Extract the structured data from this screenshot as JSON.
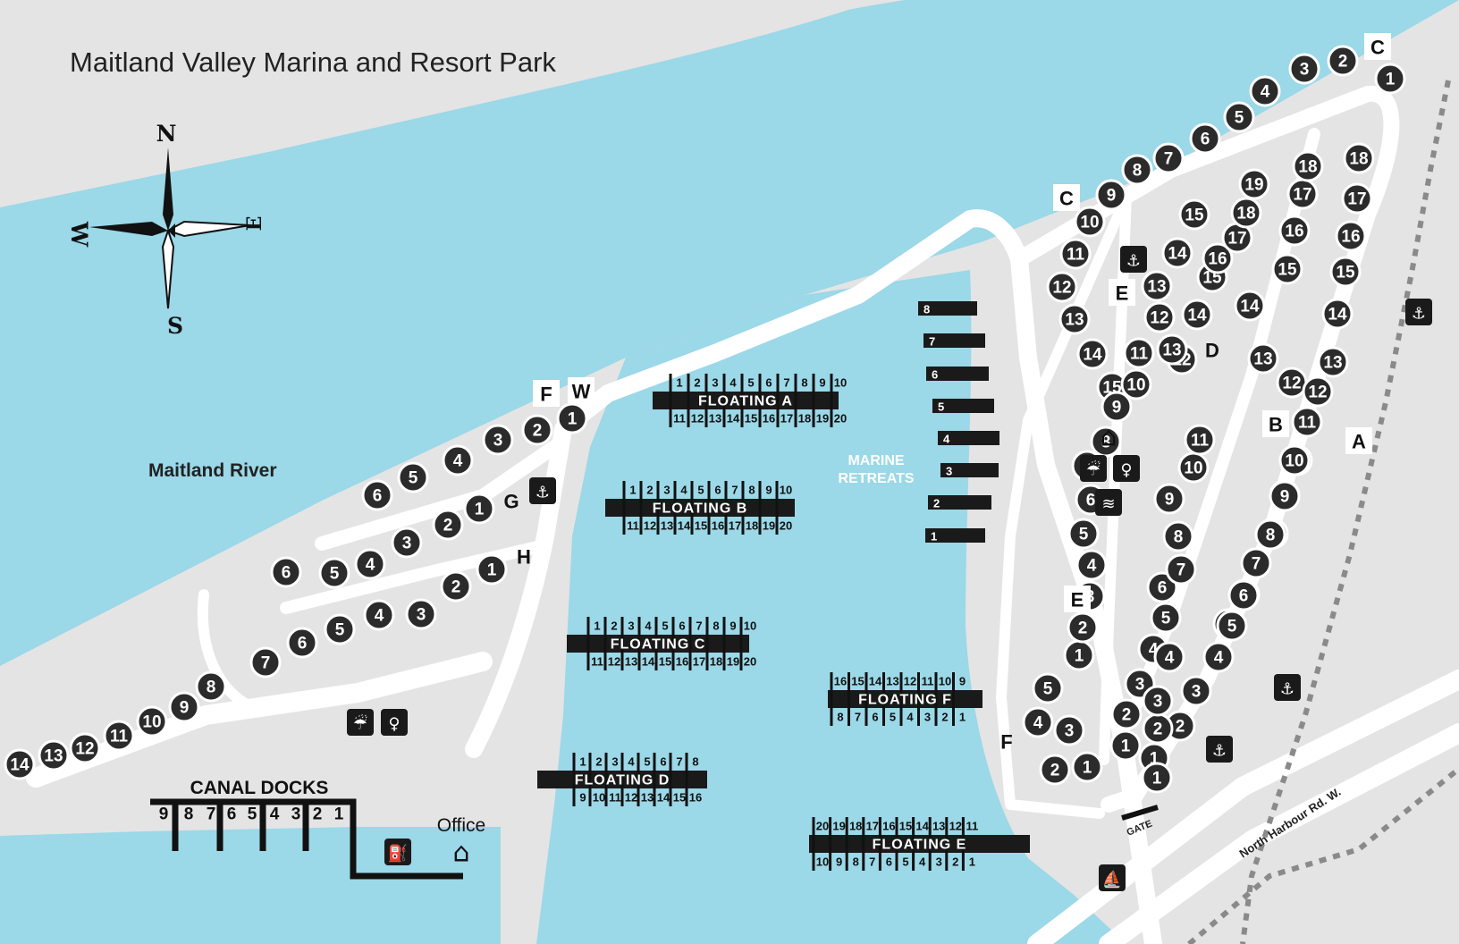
{
  "map": {
    "title": "Maitland Valley Marina and Resort Park",
    "river_label": "Maitland River",
    "marine_retreats_label": [
      "MARINE",
      "RETREATS"
    ],
    "road_label": "North Harbour Rd. W.",
    "gate_label": "GATE",
    "office_label": "Office",
    "canal_docks_label": "CANAL DOCKS",
    "compass": {
      "n": "N",
      "s": "S",
      "e": "E",
      "w": "W"
    },
    "colors": {
      "water": "#9bd8e8",
      "land": "#e4e4e4",
      "road": "#ffffff",
      "marker": "#2b2b2b",
      "dock": "#1a1a1a"
    }
  },
  "section_labels": [
    {
      "id": "c-top",
      "text": "C"
    },
    {
      "id": "c-left",
      "text": "C"
    },
    {
      "id": "e-upper",
      "text": "E"
    },
    {
      "id": "e-lower",
      "text": "E"
    },
    {
      "id": "d",
      "text": "D"
    },
    {
      "id": "b",
      "text": "B"
    },
    {
      "id": "a",
      "text": "A"
    },
    {
      "id": "f-top",
      "text": "F"
    },
    {
      "id": "w-top",
      "text": "W"
    },
    {
      "id": "g",
      "text": "G"
    },
    {
      "id": "h",
      "text": "H"
    },
    {
      "id": "f-bottom",
      "text": "F"
    }
  ],
  "sites": {
    "f_row": [
      "1",
      "2",
      "3",
      "4",
      "5",
      "6"
    ],
    "g_row": [
      "1",
      "2",
      "3",
      "4",
      "5",
      "6"
    ],
    "h_row": [
      "1",
      "2",
      "3",
      "4",
      "5",
      "6",
      "7",
      "8",
      "9",
      "10",
      "11",
      "12",
      "13",
      "14"
    ],
    "c_row": [
      "1",
      "2",
      "3",
      "4",
      "5",
      "6",
      "7",
      "8",
      "9",
      "10",
      "11",
      "12",
      "13",
      "14",
      "15"
    ],
    "e_row": [
      "1",
      "2",
      "3",
      "4",
      "5",
      "6",
      "7",
      "8",
      "9",
      "10",
      "11",
      "12",
      "13",
      "14",
      "15"
    ],
    "d_row": [
      "1",
      "2",
      "3",
      "4",
      "5",
      "6",
      "7",
      "8",
      "9",
      "10",
      "11",
      "12",
      "13",
      "14",
      "15",
      "16",
      "17",
      "18",
      "19"
    ],
    "b_row": [
      "1",
      "2",
      "3",
      "4",
      "5",
      "6",
      "7",
      "8",
      "9",
      "10",
      "11",
      "12",
      "13",
      "14",
      "15",
      "16",
      "17",
      "18"
    ],
    "a_row": [
      "1",
      "2",
      "3",
      "4",
      "5",
      "6",
      "7",
      "8",
      "9",
      "10",
      "11",
      "12",
      "13",
      "14",
      "15",
      "16",
      "17",
      "18"
    ],
    "f_cluster": [
      "1",
      "2",
      "3",
      "4",
      "5"
    ]
  },
  "floating_docks": [
    {
      "id": "a",
      "label": "FLOATING A",
      "top": [
        "1",
        "2",
        "3",
        "4",
        "5",
        "6",
        "7",
        "8",
        "9",
        "10"
      ],
      "bottom": [
        "11",
        "12",
        "13",
        "14",
        "15",
        "16",
        "17",
        "18",
        "19",
        "20"
      ]
    },
    {
      "id": "b",
      "label": "FLOATING B",
      "top": [
        "1",
        "2",
        "3",
        "4",
        "5",
        "6",
        "7",
        "8",
        "9",
        "10"
      ],
      "bottom": [
        "11",
        "12",
        "13",
        "14",
        "15",
        "16",
        "17",
        "18",
        "19",
        "20"
      ]
    },
    {
      "id": "c",
      "label": "FLOATING C",
      "top": [
        "1",
        "2",
        "3",
        "4",
        "5",
        "6",
        "7",
        "8",
        "9",
        "10"
      ],
      "bottom": [
        "11",
        "12",
        "13",
        "14",
        "15",
        "16",
        "17",
        "18",
        "19",
        "20"
      ]
    },
    {
      "id": "d",
      "label": "FLOATING D",
      "top": [
        "1",
        "2",
        "3",
        "4",
        "5",
        "6",
        "7",
        "8"
      ],
      "bottom": [
        "9",
        "10",
        "11",
        "12",
        "13",
        "14",
        "15",
        "16"
      ]
    },
    {
      "id": "f",
      "label": "FLOATING F",
      "top": [
        "16",
        "15",
        "14",
        "13",
        "12",
        "11",
        "10",
        "9"
      ],
      "bottom": [
        "8",
        "7",
        "6",
        "5",
        "4",
        "3",
        "2",
        "1"
      ]
    },
    {
      "id": "e",
      "label": "FLOATING E",
      "top": [
        "20",
        "19",
        "18",
        "17",
        "16",
        "15",
        "14",
        "13",
        "12",
        "11"
      ],
      "bottom": [
        "10",
        "9",
        "8",
        "7",
        "6",
        "5",
        "4",
        "3",
        "2",
        "1"
      ]
    }
  ],
  "marine_retreats": [
    "8",
    "7",
    "6",
    "5",
    "4",
    "3",
    "2",
    "1"
  ],
  "canal_docks": [
    "9",
    "8",
    "7",
    "6",
    "5",
    "4",
    "3",
    "2",
    "1"
  ],
  "icons": [
    {
      "id": "boat-launch-g",
      "name": "boat-launch-icon"
    },
    {
      "id": "boat-launch-e",
      "name": "boat-launch-icon"
    },
    {
      "id": "boat-launch-south",
      "name": "boat-launch-icon"
    },
    {
      "id": "showers-west",
      "name": "shower-icon"
    },
    {
      "id": "washrooms-west",
      "name": "washroom-icon"
    },
    {
      "id": "building",
      "name": "house-icon"
    },
    {
      "id": "showers-east",
      "name": "shower-icon"
    },
    {
      "id": "washrooms-east",
      "name": "washroom-icon"
    },
    {
      "id": "pool",
      "name": "swimming-icon"
    },
    {
      "id": "hiking-north",
      "name": "hiking-icon"
    },
    {
      "id": "hiking-south",
      "name": "hiking-icon"
    },
    {
      "id": "fuel",
      "name": "fuel-pump-icon"
    },
    {
      "id": "office",
      "name": "office-house-icon"
    },
    {
      "id": "boat-ramp",
      "name": "boat-icon"
    }
  ]
}
